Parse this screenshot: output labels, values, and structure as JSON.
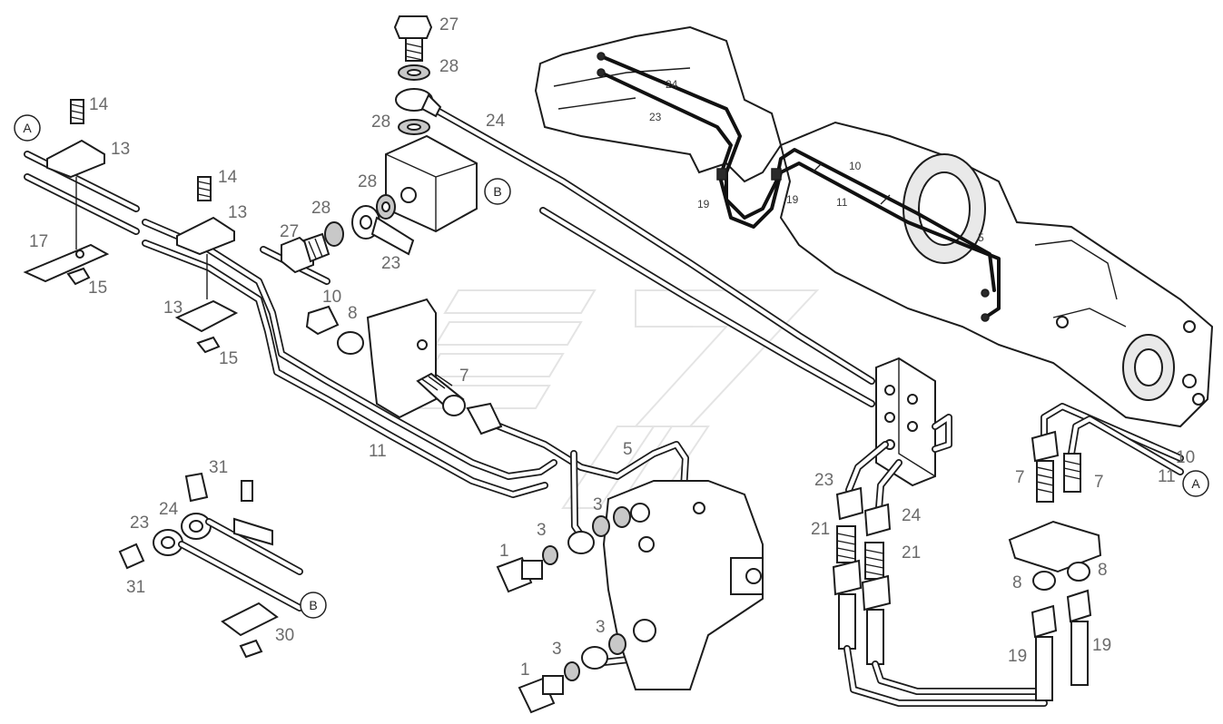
{
  "diagram": {
    "callouts": {
      "a": "A",
      "b": "B"
    },
    "labels": {
      "p27_top": "27",
      "p28_top": "28",
      "p28_mid": "28",
      "p28_right": "28",
      "p28_left": "28",
      "p27_left": "27",
      "p23_top": "23",
      "p24_top": "24",
      "p14_a": "14",
      "p13_a": "13",
      "p17": "17",
      "p15_a": "15",
      "p14_b": "14",
      "p13_b": "13",
      "p13_c": "13",
      "p15_b": "15",
      "p10_left": "10",
      "p8_left": "8",
      "p7_left": "7",
      "p11_left": "11",
      "p5_mid": "5",
      "p3_a": "3",
      "p3_b": "3",
      "p1_a": "1",
      "p3_c": "3",
      "p3_d": "3",
      "p1_b": "1",
      "p31_top": "31",
      "p24_bot": "24",
      "p23_bot": "23",
      "p31_bot": "31",
      "p30": "30",
      "p23_right": "23",
      "p24_right": "24",
      "p21_a": "21",
      "p21_b": "21",
      "p7_r1": "7",
      "p7_r2": "7",
      "p8_r1": "8",
      "p8_r2": "8",
      "p19_r1": "19",
      "p19_r2": "19",
      "p10_right": "10",
      "p11_right": "11"
    },
    "small_labels": {
      "s24": "24",
      "s23": "23",
      "s19_a": "19",
      "s19_b": "19",
      "s10": "10",
      "s11": "11",
      "s5": "5"
    }
  }
}
